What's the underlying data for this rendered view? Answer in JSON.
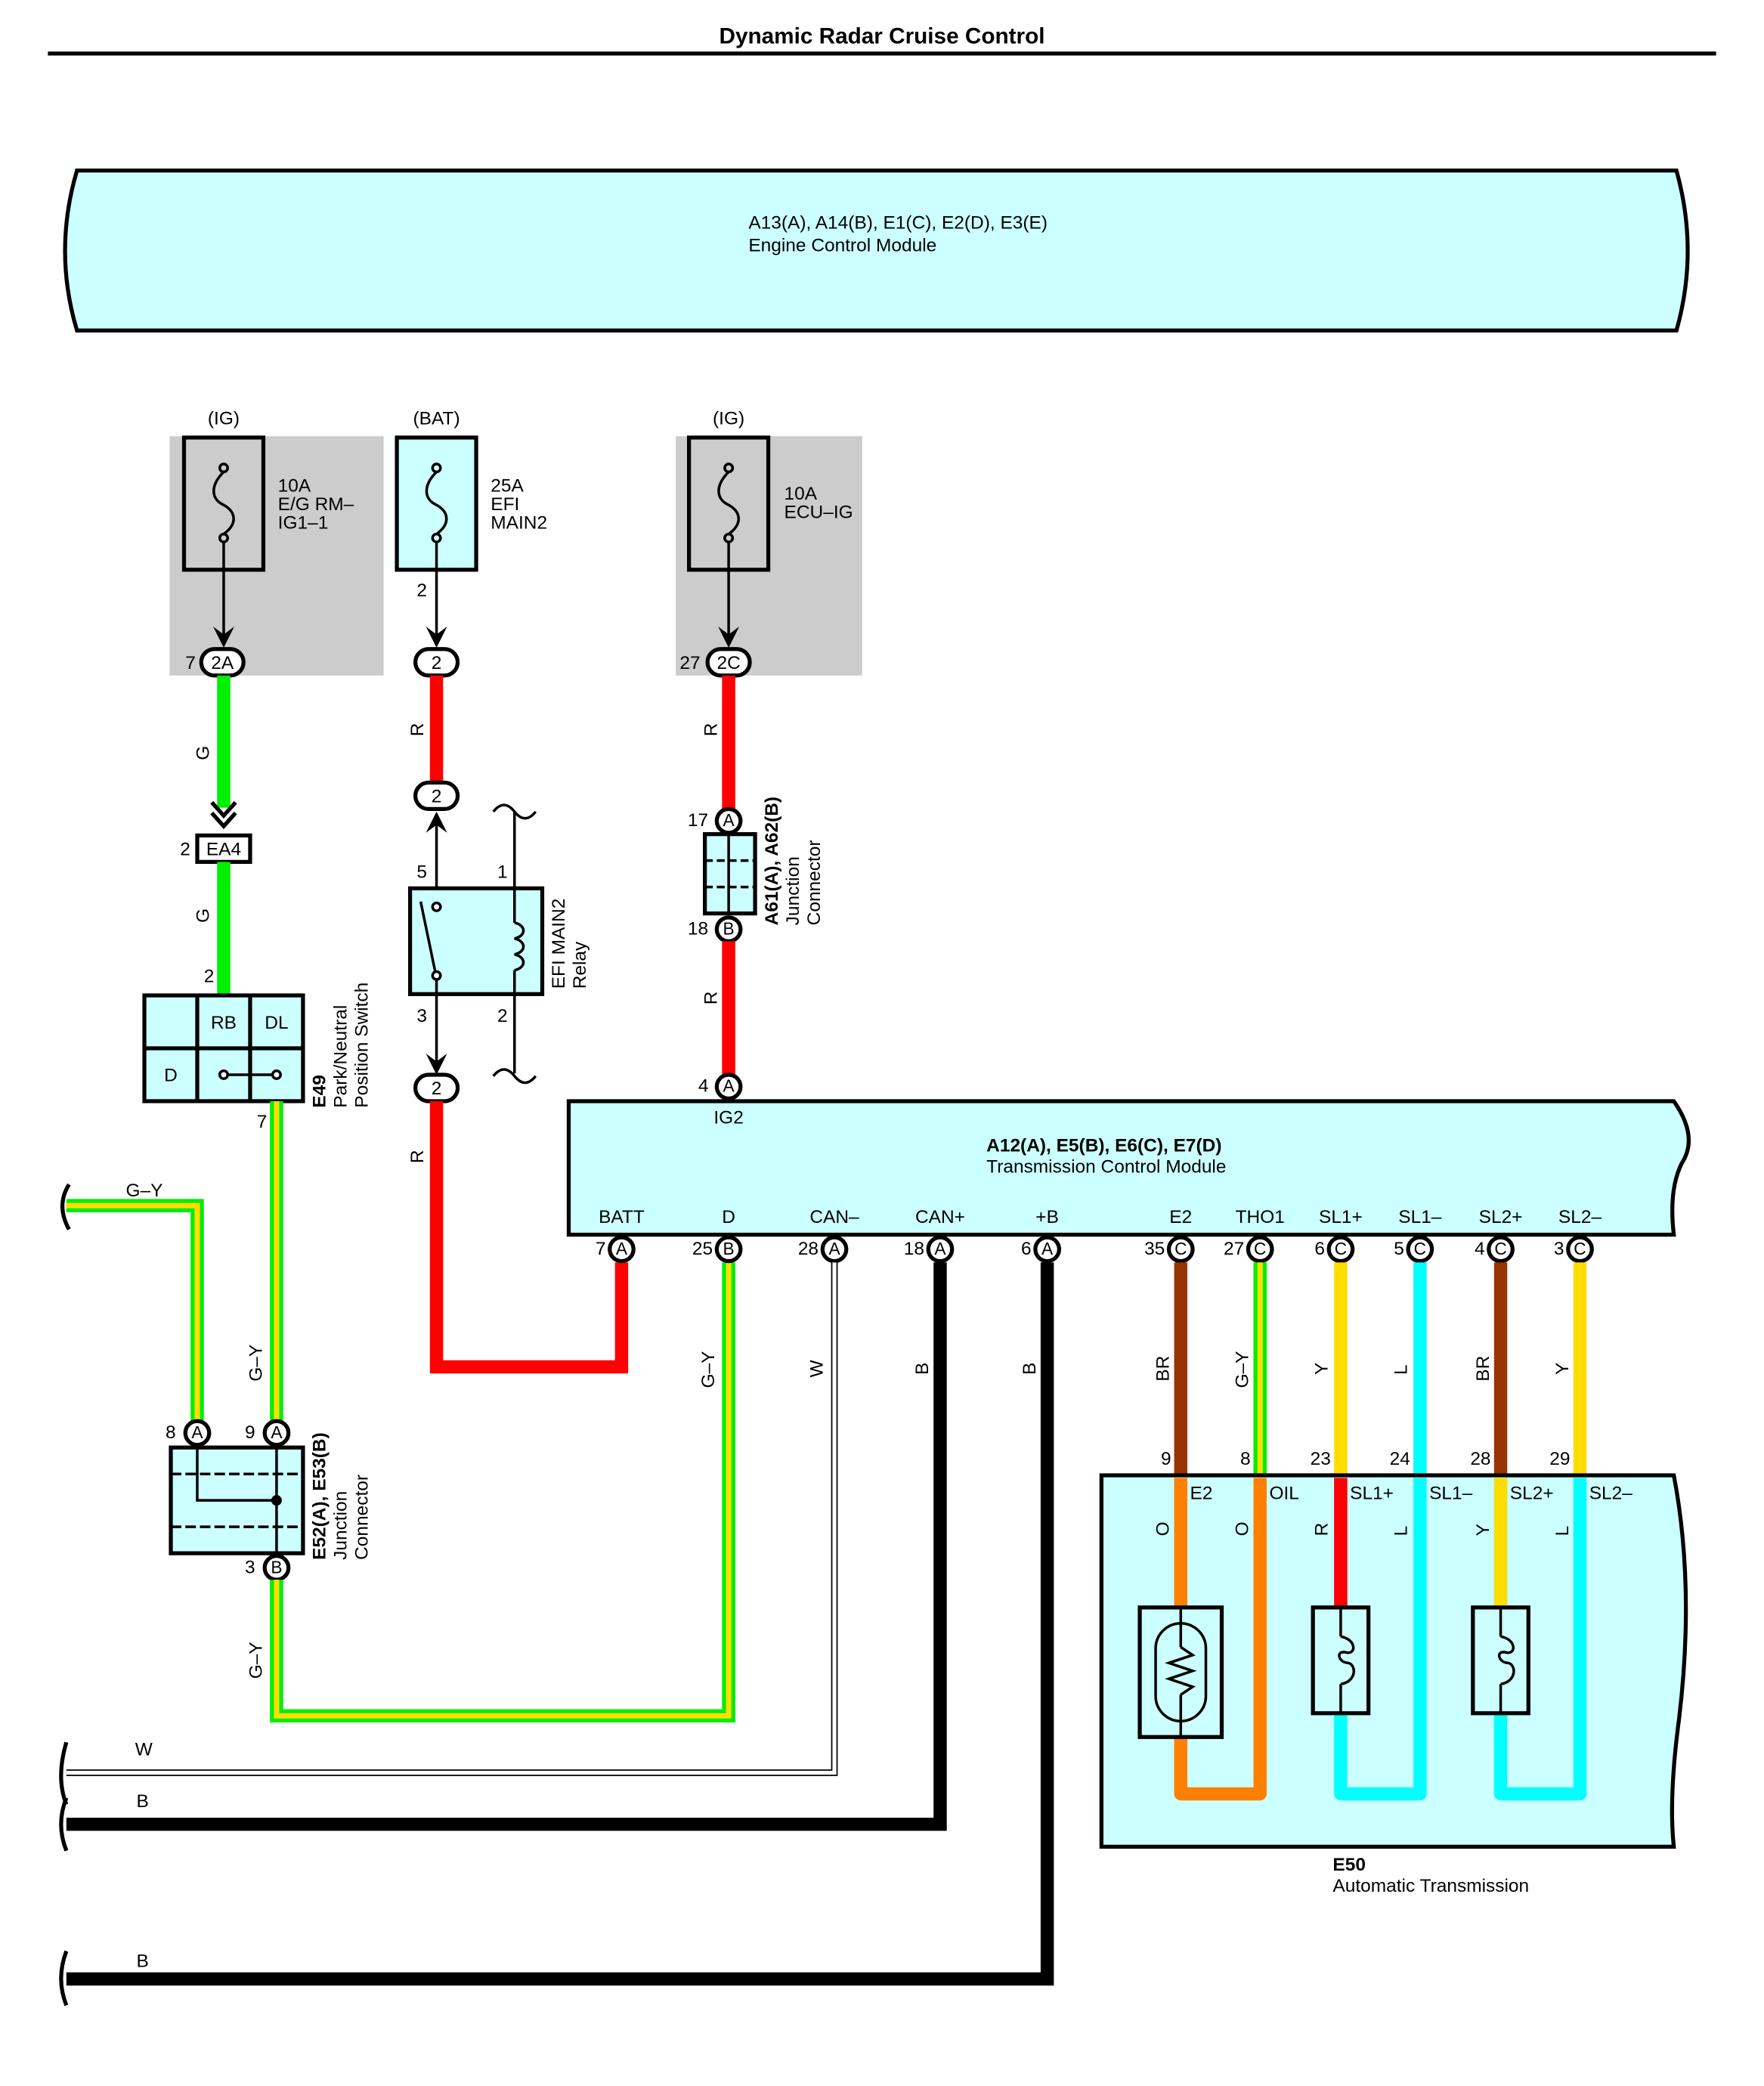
{
  "title": "Dynamic Radar Cruise Control",
  "colors": {
    "module_fill": "#ccffff",
    "fuse_area": "#cccccc",
    "G": "#00ee00",
    "Y": "#ffdd00",
    "R": "#ff0000",
    "B": "#000000",
    "W": "#ffffff",
    "BR": "#993300",
    "L": "#00ffff",
    "O": "#ff8000"
  },
  "ecm": {
    "connectors": "A13(A), A14(B), E1(C), E2(D), E3(E)",
    "name": "Engine Control Module"
  },
  "fuses": [
    {
      "supply": "(IG)",
      "rating": "10A",
      "name_lines": [
        "E/G RM–",
        "IG1–1"
      ],
      "pin": "7",
      "junction": "2A",
      "wire": "G"
    },
    {
      "supply": "(BAT)",
      "rating": "25A",
      "name_lines": [
        "EFI",
        "MAIN2"
      ],
      "pin": "2",
      "junction": "2",
      "wire": "R"
    },
    {
      "supply": "(IG)",
      "rating": "10A",
      "name_lines": [
        "ECU–IG"
      ],
      "pin": "27",
      "junction": "2C",
      "wire": "R"
    }
  ],
  "ea4": {
    "label": "EA4",
    "pin": "2",
    "wire_above": "G",
    "wire_below": "G"
  },
  "relay": {
    "name": "EFI MAIN2",
    "type": "Relay",
    "pins": {
      "top_switch": "5",
      "top_coil": "1",
      "bottom_switch": "3",
      "bottom_coil": "2"
    },
    "junction_top": "2",
    "junction_bottom": "2",
    "wire": "R"
  },
  "a61": {
    "label": "A61(A), A62(B)",
    "type_lines": [
      "Junction",
      "Connector"
    ],
    "pin_top": "17",
    "conn_top": "A",
    "pin_bottom": "18",
    "conn_bottom": "B",
    "wire": "R"
  },
  "e49": {
    "id": "E49",
    "name_lines": [
      "Park/Neutral",
      "Position Switch"
    ],
    "cells": [
      "",
      "RB",
      "DL",
      "D",
      "",
      ""
    ],
    "pin_top": "2",
    "pin_bottom": "7",
    "wire": "G–Y"
  },
  "e52": {
    "label": "E52(A), E53(B)",
    "type_lines": [
      "Junction",
      "Connector"
    ],
    "pins": [
      {
        "pin": "8",
        "conn": "A"
      },
      {
        "pin": "9",
        "conn": "A"
      },
      {
        "pin": "3",
        "conn": "B"
      }
    ],
    "wire_left": "G–Y",
    "wire_in": "G–Y",
    "wire_out": "G–Y"
  },
  "tcm": {
    "connectors": "A12(A), E5(B), E6(C), E7(D)",
    "name": "Transmission Control Module",
    "top_terminal": {
      "name": "IG2",
      "pin": "4",
      "conn": "A"
    },
    "terminals": [
      {
        "name": "BATT",
        "pin": "7",
        "conn": "A",
        "wire": ""
      },
      {
        "name": "D",
        "pin": "25",
        "conn": "B",
        "wire": "G–Y"
      },
      {
        "name": "CAN–",
        "pin": "28",
        "conn": "A",
        "wire": "W"
      },
      {
        "name": "CAN+",
        "pin": "18",
        "conn": "A",
        "wire": "B"
      },
      {
        "name": "+B",
        "pin": "6",
        "conn": "A",
        "wire": "B"
      },
      {
        "name": "E2",
        "pin": "35",
        "conn": "C",
        "wire": "BR"
      },
      {
        "name": "THO1",
        "pin": "27",
        "conn": "C",
        "wire": "G–Y"
      },
      {
        "name": "SL1+",
        "pin": "6",
        "conn": "C",
        "wire": "Y"
      },
      {
        "name": "SL1–",
        "pin": "5",
        "conn": "C",
        "wire": "L"
      },
      {
        "name": "SL2+",
        "pin": "4",
        "conn": "C",
        "wire": "BR"
      },
      {
        "name": "SL2–",
        "pin": "3",
        "conn": "C",
        "wire": "Y"
      }
    ]
  },
  "e50": {
    "id": "E50",
    "name": "Automatic Transmission",
    "terminals": [
      {
        "name": "E2",
        "pin": "9",
        "inner_wire": "O"
      },
      {
        "name": "OIL",
        "pin": "8",
        "inner_wire": "O"
      },
      {
        "name": "SL1+",
        "pin": "23",
        "inner_wire": "R"
      },
      {
        "name": "SL1–",
        "pin": "24",
        "inner_wire": "L"
      },
      {
        "name": "SL2+",
        "pin": "28",
        "inner_wire": "Y"
      },
      {
        "name": "SL2–",
        "pin": "29",
        "inner_wire": "L"
      }
    ]
  },
  "offpage_wires": [
    {
      "label": "G–Y"
    },
    {
      "label": "W"
    },
    {
      "label": "B"
    },
    {
      "label": "B"
    }
  ],
  "wire_labels": {
    "g1": "G",
    "g2": "G",
    "r1": "R",
    "r2": "R",
    "r3": "R",
    "r4": "R",
    "gy_e49": "G–Y",
    "gy_e52": "G–Y",
    "gy_d": "G–Y",
    "w_can": "W",
    "b_canp": "B",
    "b_pb": "B",
    "br1": "BR",
    "gy_tho": "G–Y",
    "y1": "Y",
    "l1": "L",
    "br2": "BR",
    "y2": "Y"
  }
}
